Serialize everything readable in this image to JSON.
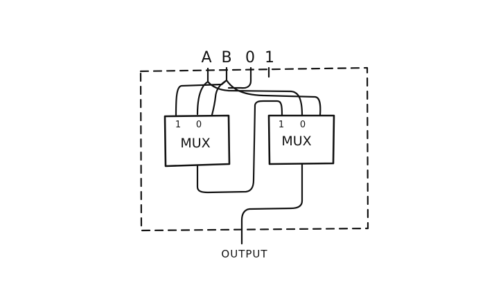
{
  "inputs": {
    "a": "A",
    "b": "B",
    "zero": "0",
    "one": "1"
  },
  "mux_left": {
    "sel1": "1",
    "sel0": "0",
    "label": "MUX"
  },
  "mux_right": {
    "sel1": "1",
    "sel0": "0",
    "label": "MUX"
  },
  "output": {
    "label": "OUTPUT"
  },
  "colors": {
    "ink": "#111111",
    "background": "#ffffff"
  }
}
